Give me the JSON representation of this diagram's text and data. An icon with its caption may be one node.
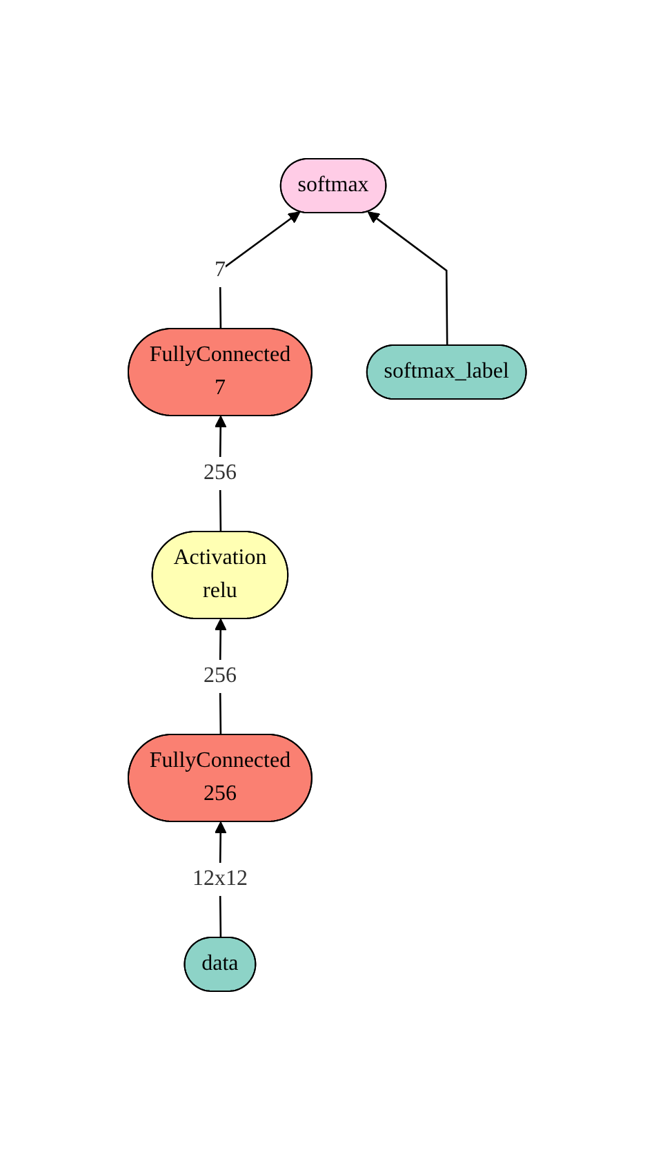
{
  "diagram": {
    "nodes": [
      {
        "text": [
          "softmax"
        ]
      },
      {
        "text": [
          "FullyConnected",
          "7"
        ]
      },
      {
        "text": [
          "softmax_label"
        ]
      },
      {
        "text": [
          "Activation",
          "relu"
        ]
      },
      {
        "text": [
          "FullyConnected",
          "256"
        ]
      },
      {
        "text": [
          "data"
        ]
      }
    ],
    "edges": [
      {
        "from": 5,
        "to": 4,
        "arrow": "to",
        "label": "12x12"
      },
      {
        "from": 4,
        "to": 3,
        "arrow": "to",
        "label": "256"
      },
      {
        "from": 3,
        "to": 1,
        "arrow": "to",
        "label": "256"
      },
      {
        "from": 1,
        "to": 0,
        "arrow": "to",
        "label": "7"
      },
      {
        "from": 2,
        "to": 0,
        "arrow": "to"
      }
    ]
  }
}
